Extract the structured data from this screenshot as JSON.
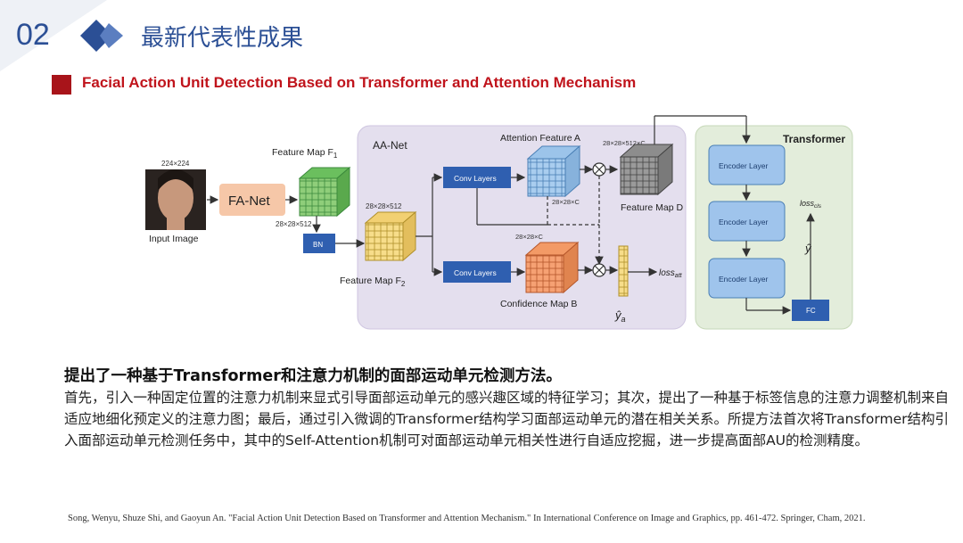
{
  "header": {
    "section_number": "02",
    "title": "最新代表性成果",
    "subtitle": "Facial Action Unit Detection Based on Transformer and Attention Mechanism"
  },
  "diagram": {
    "input_size": "224×224",
    "input_label": "Input Image",
    "fanet_label": "FA-Net",
    "feature_map_f1": "Feature Map F",
    "feature_map_f1_sub": "1",
    "f1_size": "28×28×512",
    "bn_label": "BN",
    "f2_size": "28×28×512",
    "feature_map_f2": "Feature Map F",
    "feature_map_f2_sub": "2",
    "aanet_label": "AA-Net",
    "conv_layers_top": "Conv Layers",
    "conv_layers_bottom": "Conv Layers",
    "attention_feature": "Attention Feature A",
    "attention_size": "28×28×C",
    "confidence_size": "28×28×C",
    "confidence_map": "Confidence Map B",
    "featured_size": "28×28×512×C",
    "feature_map_d": "Feature Map D",
    "loss_att": "loss",
    "loss_att_sub": "att",
    "y_a": "ŷ",
    "y_a_sub": "a",
    "transformer_label": "Transformer",
    "encoder_1": "Encoder Layer",
    "encoder_2": "Encoder Layer",
    "encoder_3": "Encoder Layer",
    "fc_label": "FC",
    "loss_cls": "loss",
    "loss_cls_sub": "cls",
    "y_hat": "ŷ"
  },
  "content": {
    "headline": "提出了一种基于Transformer和注意力机制的面部运动单元检测方法。",
    "body": "首先，引入一种固定位置的注意力机制来显式引导面部运动单元的感兴趣区域的特征学习；其次，提出了一种基于标签信息的注意力调整机制来自适应地细化预定义的注意力图；最后，通过引入微调的Transformer结构学习面部运动单元的潜在相关关系。所提方法首次将Transformer结构引入面部运动单元检测任务中，其中的Self-Attention机制可对面部运动单元相关性进行自适应挖掘，进一步提高面部AU的检测精度。",
    "reference": "Song, Wenyu, Shuze Shi, and Gaoyun An. \"Facial Action Unit Detection Based on Transformer and Attention Mechanism.\" In International Conference on Image and Graphics, pp. 461-472. Springer, Cham, 2021."
  },
  "colors": {
    "title_blue": "#2b4f95",
    "subtitle_red": "#c0141c",
    "aanet_bg": "#e4dfee",
    "transformer_bg": "#e3eddb",
    "conv_blue": "#2f5fb0",
    "fanet_orange": "#f6c7a8"
  }
}
